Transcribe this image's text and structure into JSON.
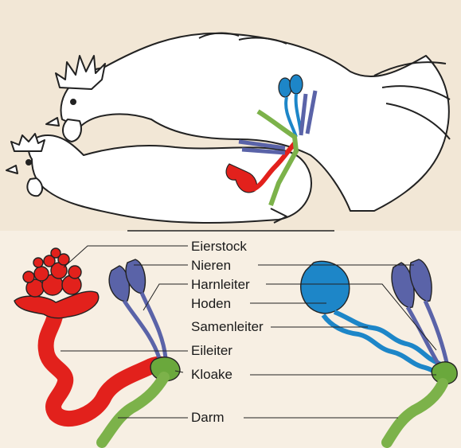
{
  "labels": {
    "ovary": "Eierstock",
    "kidneys": "Nieren",
    "ureter": "Harnleiter",
    "testes": "Hoden",
    "vas_deferens": "Samenleiter",
    "oviduct": "Eileiter",
    "cloaca": "Kloake",
    "intestine": "Darm"
  },
  "colors": {
    "background": "#f2e7d6",
    "bird": "#ffffff",
    "female_organs": "#e2211c",
    "kidney": "#5a63a8",
    "testes": "#1d86c8",
    "intestine": "#7cb24a",
    "cloaca": "#6aa83c",
    "line": "#222222"
  }
}
